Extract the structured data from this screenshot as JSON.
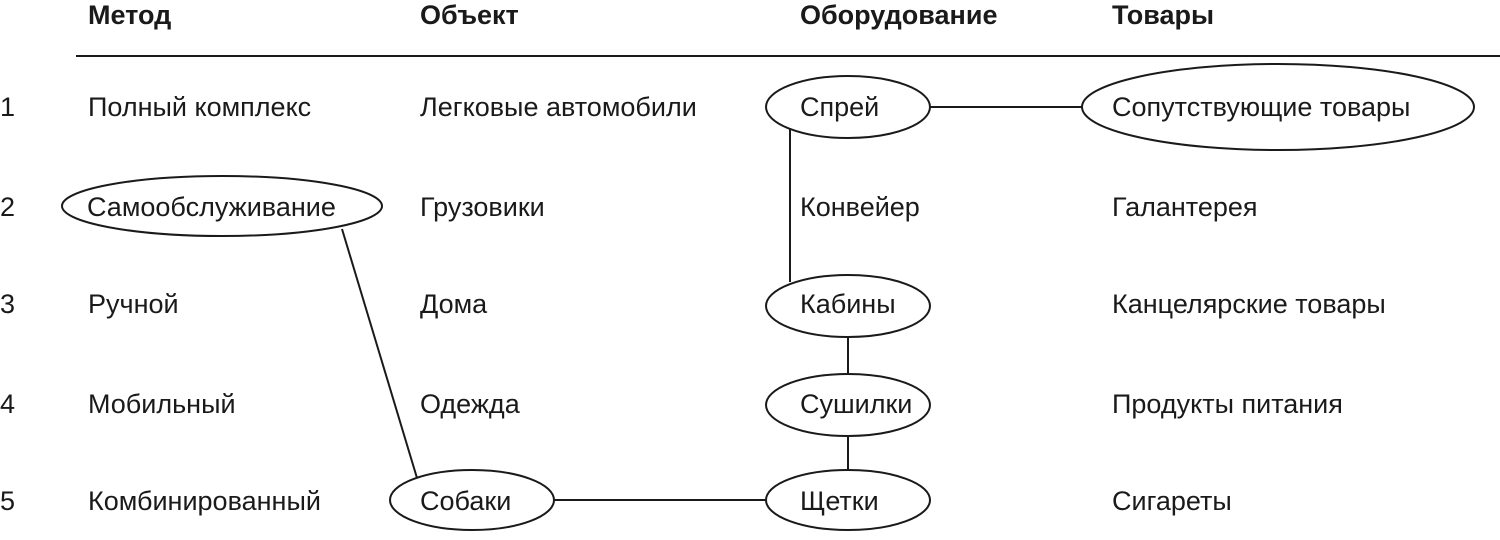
{
  "headers": [
    "Метод",
    "Объект",
    "Оборудование",
    "Товары"
  ],
  "row_numbers": [
    "1",
    "2",
    "3",
    "4",
    "5"
  ],
  "columns": {
    "method": [
      "Полный комплекс",
      "Самообслуживание",
      "Ручной",
      "Мобильный",
      "Комбинированный"
    ],
    "object": [
      "Легковые автомобили",
      "Грузовики",
      "Дома",
      "Одежда",
      "Собаки"
    ],
    "equipment": [
      "Спрей",
      "Конвейер",
      "Кабины",
      "Сушилки",
      "Щетки"
    ],
    "goods": [
      "Сопутствующие товары",
      "Галантерея",
      "Канцелярские товары",
      "Продукты питания",
      "Сигареты"
    ]
  },
  "selected": [
    "Самообслуживание",
    "Собаки",
    "Щетки",
    "Сушилки",
    "Кабины",
    "Спрей",
    "Сопутствующие товары"
  ]
}
